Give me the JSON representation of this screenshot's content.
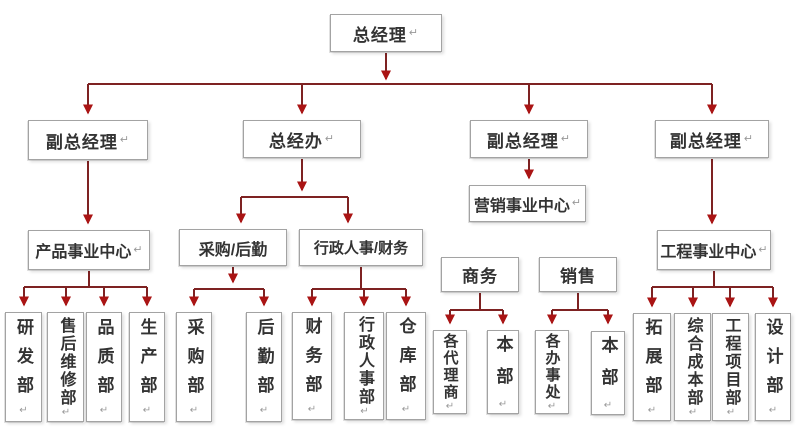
{
  "colors": {
    "connector_line": "#7E2222",
    "arrowhead": "#AA1414",
    "box_border": "#A3A3A3",
    "box_background": "#FFFFFF",
    "text": "#333333",
    "return_mark": "#999999",
    "page_background": "#FFFFFF"
  },
  "tree": {
    "label": "总经理",
    "mark": "↵",
    "children": [
      {
        "label": "副总经理",
        "mark": "↵",
        "children": [
          {
            "label": "产品事业中心",
            "mark": "↵",
            "children": [
              {
                "label": "研发部",
                "mark": "↵"
              },
              {
                "label": "售后维修部",
                "mark": "↵"
              },
              {
                "label": "品质部",
                "mark": "↵"
              },
              {
                "label": "生产部",
                "mark": "↵"
              }
            ]
          }
        ]
      },
      {
        "label": "总经办",
        "mark": "↵",
        "children": [
          {
            "label": "采购/后勤",
            "children": [
              {
                "label": "采购部",
                "mark": "↵"
              },
              {
                "label": "后勤部",
                "mark": "↵"
              }
            ]
          },
          {
            "label": "行政人事/财务",
            "children": [
              {
                "label": "财务部",
                "mark": "↵"
              },
              {
                "label": "行政人事部",
                "mark": "↵"
              },
              {
                "label": "仓库部",
                "mark": "↵"
              }
            ]
          }
        ]
      },
      {
        "label": "副总经理",
        "mark": "↵",
        "children": [
          {
            "label": "营销事业中心",
            "mark": "↵",
            "children": [
              {
                "label": "商务",
                "children": [
                  {
                    "label": "各代理商",
                    "mark": "↵"
                  },
                  {
                    "label": "本部",
                    "mark": "↵"
                  }
                ]
              },
              {
                "label": "销售",
                "children": [
                  {
                    "label": "各办事处",
                    "mark": "↵"
                  },
                  {
                    "label": "本部",
                    "mark": "↵"
                  }
                ]
              }
            ]
          }
        ]
      },
      {
        "label": "副总经理",
        "mark": "↵",
        "children": [
          {
            "label": "工程事业中心",
            "mark": "↵",
            "children": [
              {
                "label": "拓展部",
                "mark": "↵"
              },
              {
                "label": "综合成本部",
                "mark": "↵"
              },
              {
                "label": "工程项目部",
                "mark": "↵"
              },
              {
                "label": "设计部",
                "mark": "↵"
              }
            ]
          }
        ]
      }
    ]
  }
}
